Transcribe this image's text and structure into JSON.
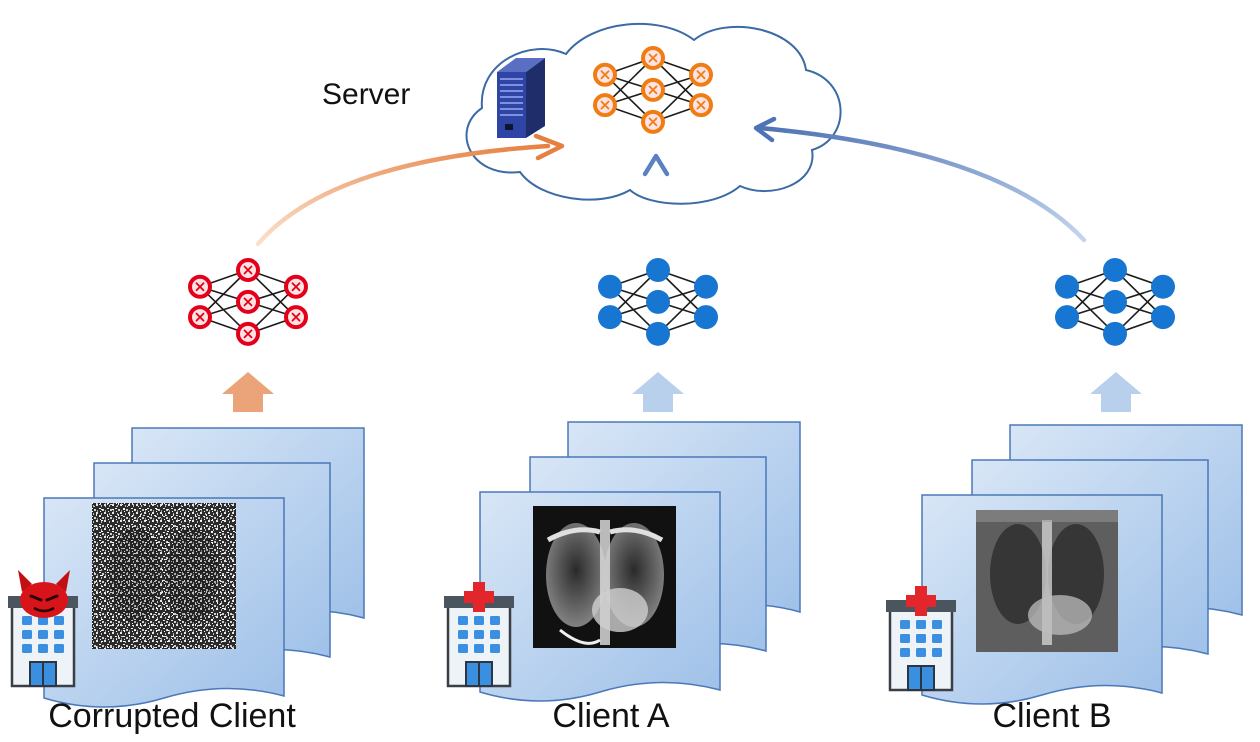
{
  "server": {
    "label": "Server",
    "icons": [
      "server-rack-icon",
      "cloud-icon",
      "aggregated-model-icon"
    ]
  },
  "clients": [
    {
      "label": "Corrupted Client",
      "type": "corrupted",
      "image": "noisy chest x-ray",
      "icons": [
        "hospital-icon",
        "devil-icon",
        "corrupted-model-icon"
      ]
    },
    {
      "label": "Client A",
      "type": "benign",
      "image": "chest x-ray",
      "icons": [
        "hospital-icon",
        "model-icon"
      ]
    },
    {
      "label": "Client B",
      "type": "benign",
      "image": "chest x-ray",
      "icons": [
        "hospital-icon",
        "model-icon"
      ]
    }
  ],
  "colors": {
    "corrupted_node": "#e3001b",
    "benign_node": "#1776d2",
    "server_node": "#f07d14",
    "corrupted_arrow": "#e98a4c",
    "benign_arrow": "#5577b8",
    "stack_fill": "#bcd3ee",
    "stack_stroke": "#4a78b8"
  }
}
